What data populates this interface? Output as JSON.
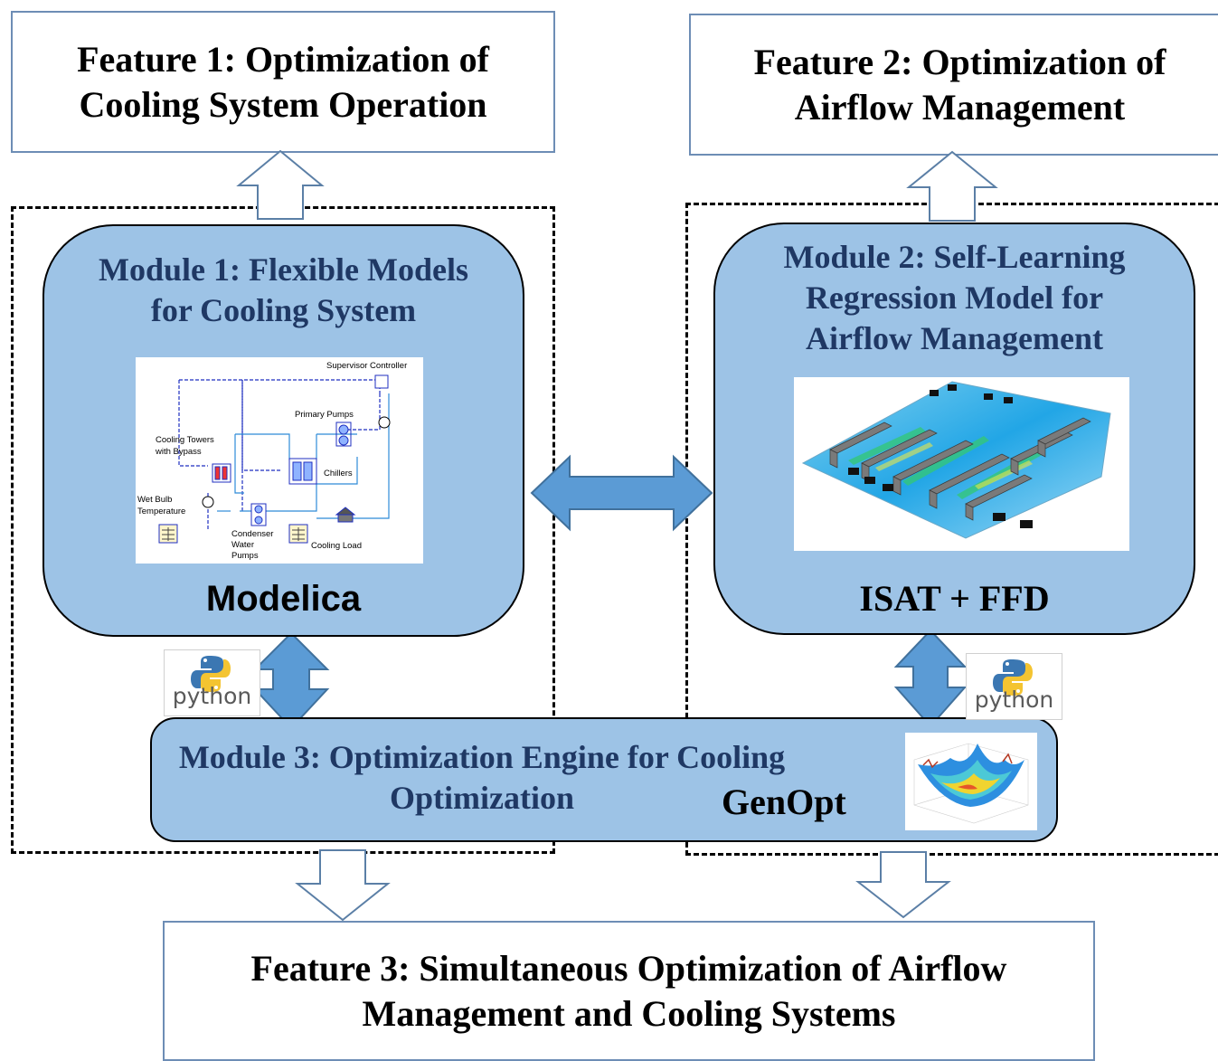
{
  "features": {
    "f1": [
      "Feature 1: Optimization of",
      "Cooling System Operation"
    ],
    "f2": [
      "Feature 2: Optimization of",
      "Airflow Management"
    ],
    "f3": [
      "Feature 3: Simultaneous Optimization of Airflow",
      "Management and Cooling Systems"
    ]
  },
  "module1": {
    "title": [
      "Module 1: Flexible  Models",
      "for Cooling System"
    ],
    "tool": "Modelica",
    "schematic": {
      "supervisor": "Supervisor Controller",
      "primary_pumps": "Primary Pumps",
      "towers": [
        "Cooling Towers",
        "with Bypass"
      ],
      "chillers": "Chillers",
      "wetbulb": [
        "Wet Bulb",
        "Temperature"
      ],
      "condenser": [
        "Condenser",
        "Water",
        "Pumps"
      ],
      "load": "Cooling Load"
    }
  },
  "module2": {
    "title": [
      "Module 2: Self-Learning",
      "Regression Model for",
      "Airflow Management"
    ],
    "tool": "ISAT + FFD"
  },
  "module3": {
    "title": [
      "Module 3: Optimization  Engine for Cooling",
      "Optimization"
    ],
    "tool": "GenOpt"
  },
  "python_logo_text": "python",
  "colors": {
    "module_fill": "#9dc3e6",
    "module_title": "#1f3864",
    "arrow_fill": "#5b9bd5",
    "feature_border": "#6d8db5"
  }
}
